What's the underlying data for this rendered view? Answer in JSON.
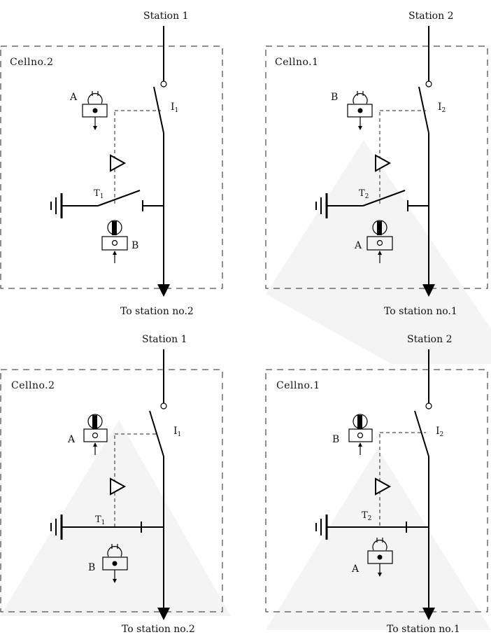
{
  "panels": [
    {
      "cell": "Cellno.2",
      "station_top": "Station 1",
      "station_bottom": "To station no.2",
      "switch": "I",
      "switch_sub": "1",
      "earth": "T",
      "earth_sub": "1",
      "lock_upper": "A",
      "lock_lower": "B"
    },
    {
      "cell": "Cellno.1",
      "station_top": "Station 2",
      "station_bottom": "To station no.1",
      "switch": "I",
      "switch_sub": "2",
      "earth": "T",
      "earth_sub": "2",
      "lock_upper": "B",
      "lock_lower": "A"
    },
    {
      "cell": "Cellno.2",
      "station_top": "Station 1",
      "station_bottom": "To station no.2",
      "switch": "I",
      "switch_sub": "1",
      "earth": "T",
      "earth_sub": "1",
      "lock_upper": "A",
      "lock_lower": "B"
    },
    {
      "cell": "Cellno.1",
      "station_top": "Station 2",
      "station_bottom": "To station no.1",
      "switch": "I",
      "switch_sub": "2",
      "earth": "T",
      "earth_sub": "2",
      "lock_upper": "B",
      "lock_lower": "A"
    }
  ]
}
